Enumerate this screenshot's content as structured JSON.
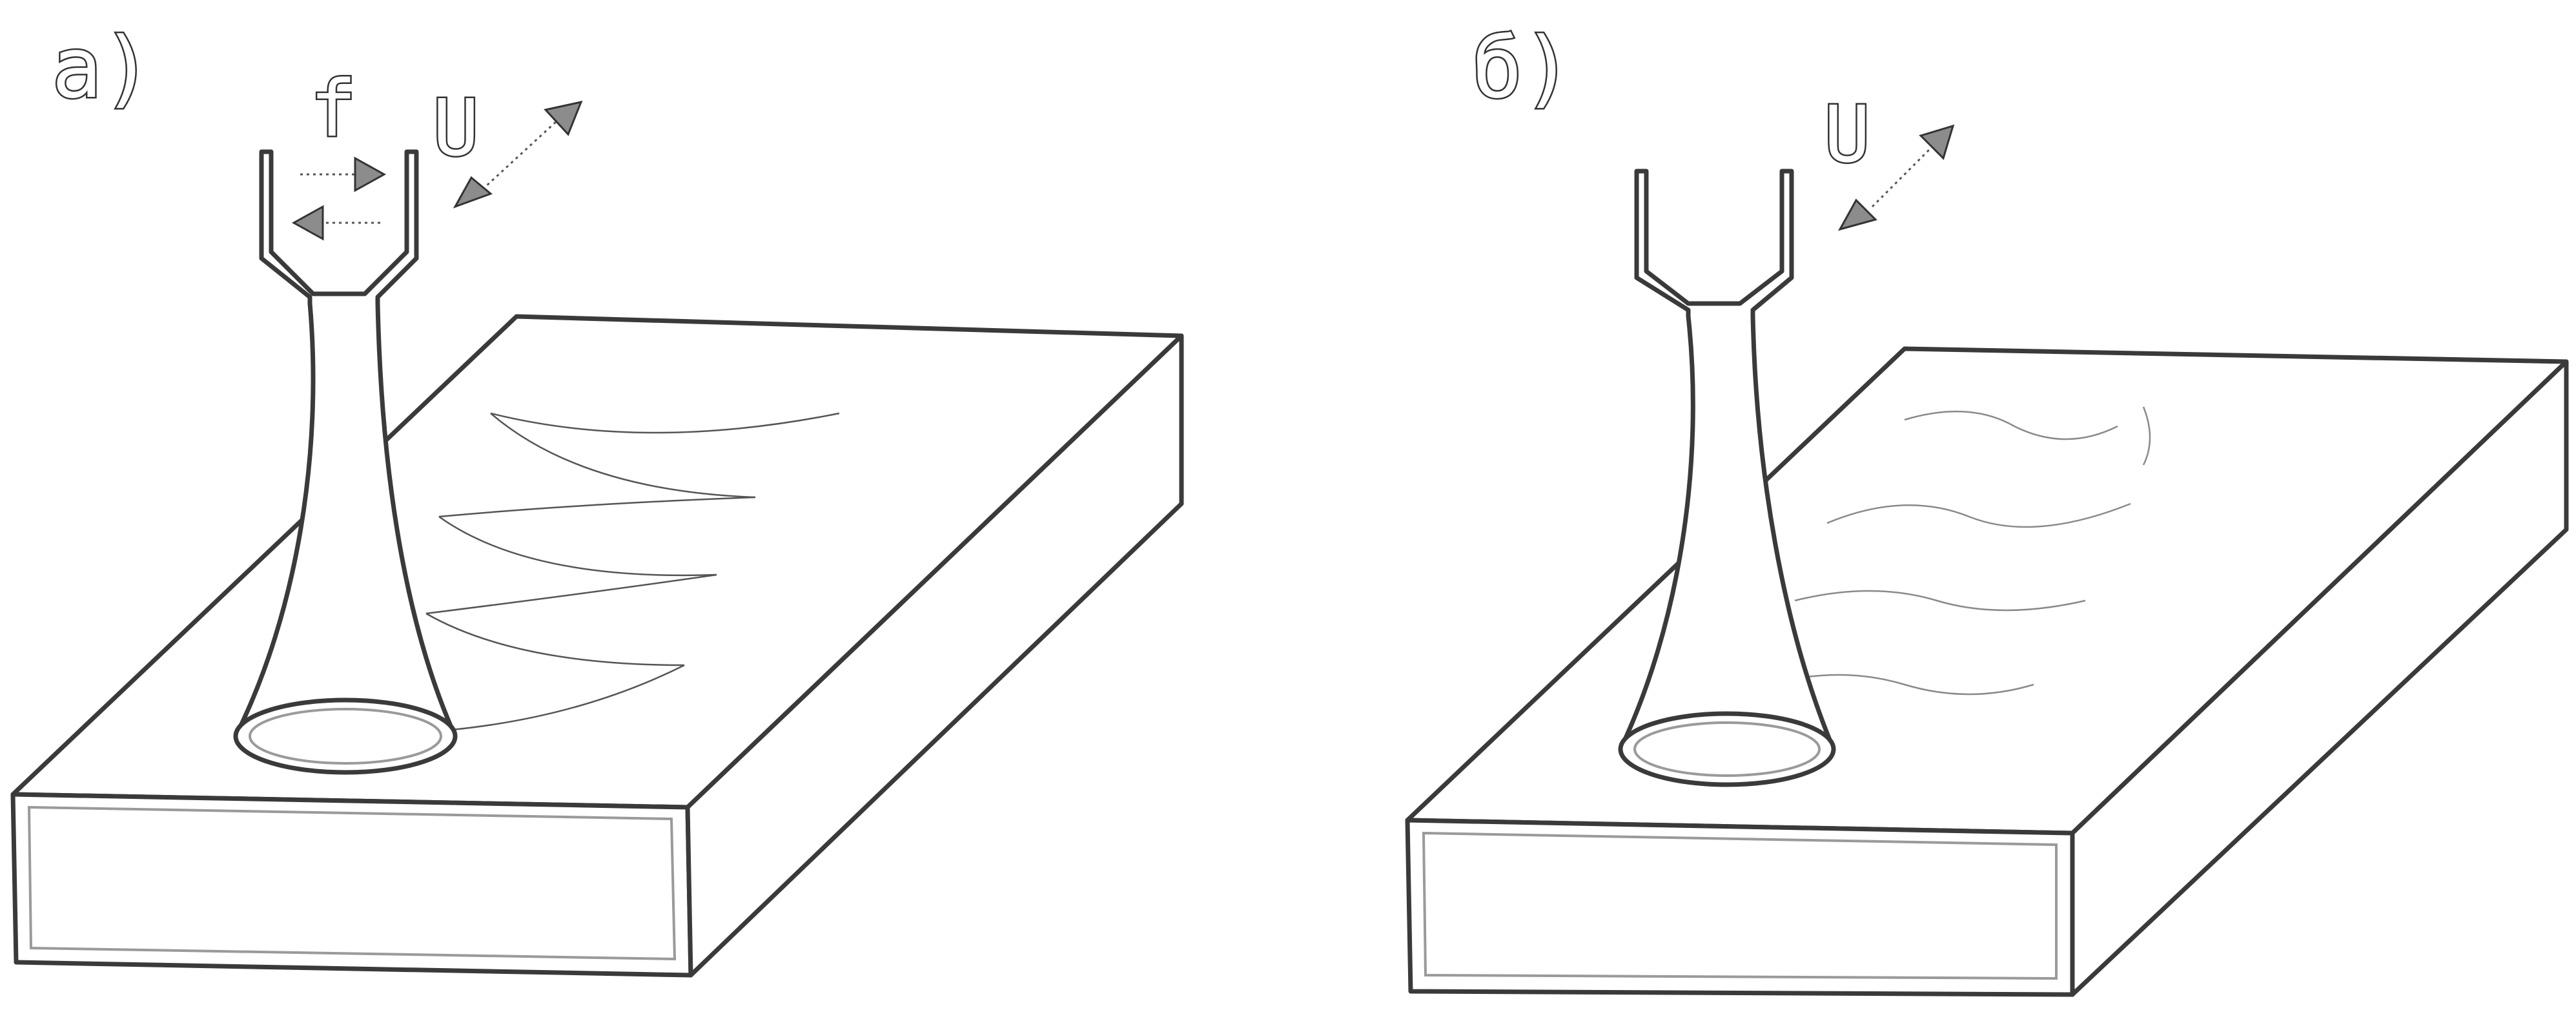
{
  "panels": [
    {
      "label": "а)",
      "symbols": {
        "f": "f",
        "u": "U"
      }
    },
    {
      "label": "б)",
      "symbols": {
        "u": "U"
      }
    }
  ],
  "colors": {
    "line": "#3a3a3a",
    "arrow_fill": "#8c8c8c",
    "background": "#ffffff"
  }
}
